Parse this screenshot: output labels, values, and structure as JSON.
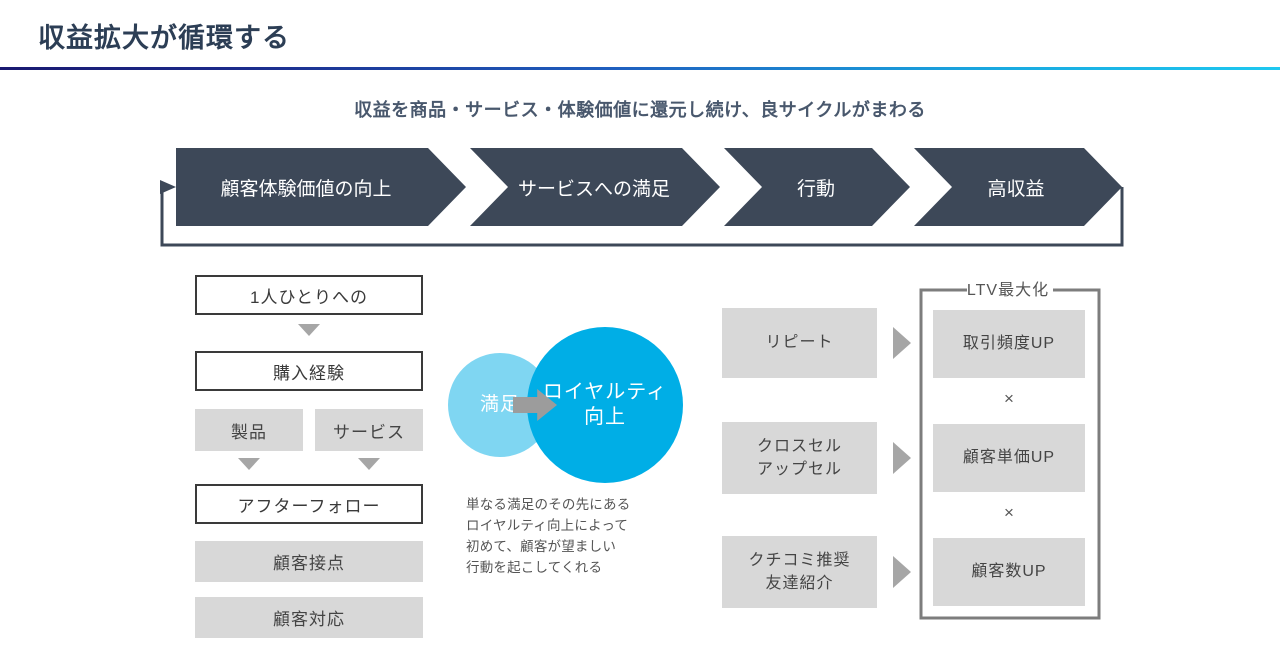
{
  "header": {
    "title": "収益拡大が循環する",
    "subtitle": "収益を商品・サービス・体験価値に還元し続け、良サイクルがまわる",
    "rule_gradient_from": "#191970",
    "rule_gradient_to": "#1ec8f0"
  },
  "cycle": {
    "chevron_color": "#3d4858",
    "loop_color": "#3d4858",
    "steps": [
      {
        "label": "顧客体験価値の向上"
      },
      {
        "label": "サービスへの満足"
      },
      {
        "label": "行動"
      },
      {
        "label": "高収益"
      }
    ]
  },
  "left_column": {
    "boxes": [
      {
        "label": "1人ひとりへの",
        "style": "outline"
      },
      {
        "label": "購入経験",
        "style": "outline"
      },
      {
        "label": "製品",
        "style": "filled"
      },
      {
        "label": "サービス",
        "style": "filled"
      },
      {
        "label": "アフターフォロー",
        "style": "outline"
      },
      {
        "label": "顧客接点",
        "style": "filled"
      },
      {
        "label": "顧客対応",
        "style": "filled"
      }
    ],
    "outline_color": "#3a3a3a",
    "fill_color": "#d8d8d8",
    "arrow_color": "#a6a6a6"
  },
  "center": {
    "small_circle_label": "満足",
    "small_circle_color": "#7fd6f2",
    "big_circle_label_line1": "ロイヤルティ",
    "big_circle_label_line2": "向上",
    "big_circle_color": "#00aee6",
    "arrow_color": "#9c9c9c",
    "caption_lines": [
      "単なる満足のその先にある",
      "ロイヤルティ向上によって",
      "初めて、顧客が望ましい",
      "行動を起こしてくれる"
    ]
  },
  "right_column": {
    "drivers": [
      {
        "line1": "リピート",
        "line2": ""
      },
      {
        "line1": "クロスセル",
        "line2": "アップセル"
      },
      {
        "line1": "クチコミ推奨",
        "line2": "友達紹介"
      }
    ],
    "outcomes": [
      {
        "label": "取引頻度UP"
      },
      {
        "label": "顧客単価UP"
      },
      {
        "label": "顧客数UP"
      }
    ],
    "operators": [
      "×",
      "×"
    ],
    "bracket_label": "LTV最大化",
    "box_color": "#d8d8d8",
    "arrow_color": "#a6a6a6",
    "bracket_color": "#7d7d7d"
  }
}
